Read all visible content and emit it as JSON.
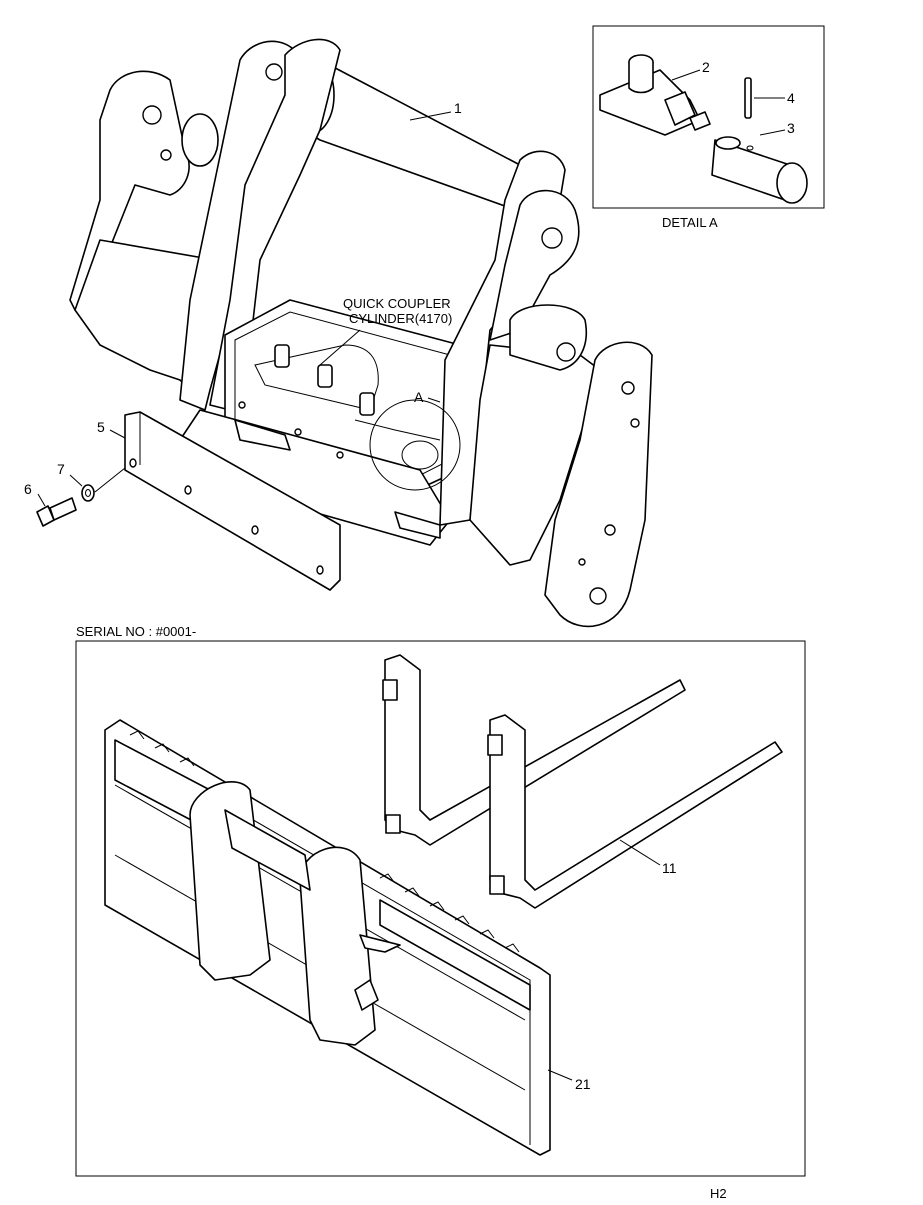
{
  "detail": {
    "title": "DETAIL A",
    "marker": "A"
  },
  "callouts": {
    "frame": "1",
    "pin": "2",
    "bushing": "3",
    "spring_pin": "4",
    "plate": "5",
    "bolt": "6",
    "washer": "7",
    "forks": "11",
    "carriage": "21"
  },
  "cylinder_label": {
    "line1": "QUICK COUPLER",
    "line2": "CYLINDER(4170)"
  },
  "serial": {
    "text": "SERIAL NO : #0001-"
  },
  "footer": {
    "code": "H2"
  }
}
